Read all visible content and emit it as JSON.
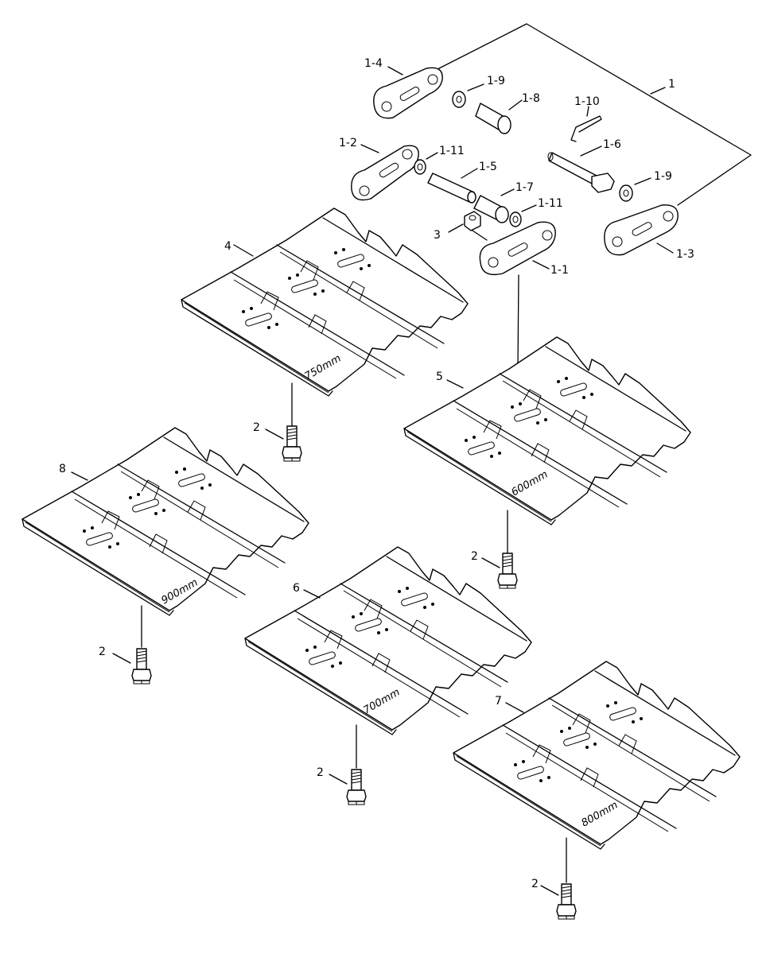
{
  "labels": {
    "assembly": "1",
    "link_1_1": "1-1",
    "link_1_2": "1-2",
    "link_1_3": "1-3",
    "link_1_4": "1-4",
    "pin_1_5": "1-5",
    "master_pin_1_6": "1-6",
    "bushing_1_7": "1-7",
    "bushing_1_8": "1-8",
    "washer_1_9a": "1-9",
    "washer_1_9b": "1-9",
    "lock_pin_1_10": "1-10",
    "washer_1_11a": "1-11",
    "washer_1_11b": "1-11",
    "bolt_a": "2",
    "bolt_b": "2",
    "bolt_c": "2",
    "bolt_d": "2",
    "bolt_e": "2",
    "nut": "3",
    "shoe_4": "4",
    "shoe_5": "5",
    "shoe_6": "6",
    "shoe_7": "7",
    "shoe_8": "8"
  },
  "shoe_widths": {
    "shoe_4": "750mm",
    "shoe_5": "600mm",
    "shoe_6": "700mm",
    "shoe_7": "800mm",
    "shoe_8": "900mm"
  }
}
